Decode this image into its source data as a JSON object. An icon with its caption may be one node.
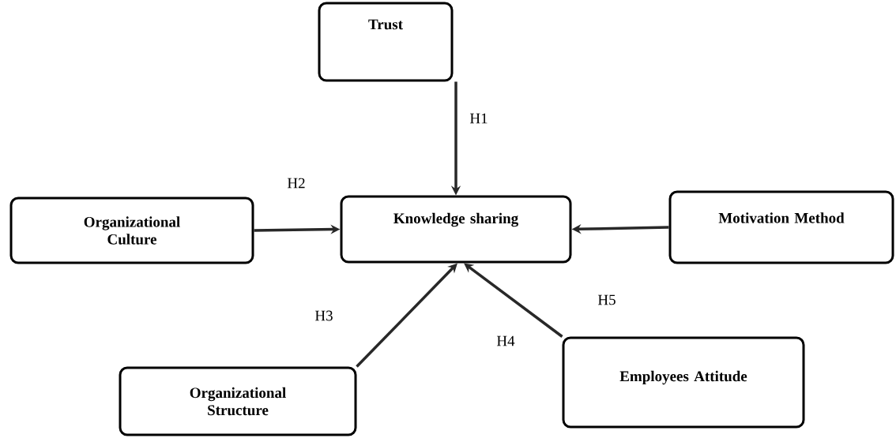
{
  "diagram": {
    "nodes": [
      {
        "text": [
          "Trust"
        ]
      },
      {
        "text": [
          "Knowledge sharing"
        ]
      },
      {
        "text": [
          "Organizational Culture"
        ]
      },
      {
        "text": [
          "Motivation Method"
        ]
      },
      {
        "text": [
          "Organizational Structure"
        ]
      },
      {
        "text": [
          "Employees Attitude"
        ]
      }
    ],
    "edges": [
      {
        "from": 0,
        "to": 1,
        "arrow": "to",
        "label": "H1"
      },
      {
        "from": 2,
        "to": 1,
        "arrow": "to",
        "label": "H2"
      },
      {
        "from": 4,
        "to": 1,
        "arrow": "to",
        "label": "H3"
      },
      {
        "from": 5,
        "to": 1,
        "arrow": "to",
        "label": "H4"
      },
      {
        "from": 3,
        "to": 1,
        "arrow": "to",
        "label": "H5"
      }
    ]
  }
}
